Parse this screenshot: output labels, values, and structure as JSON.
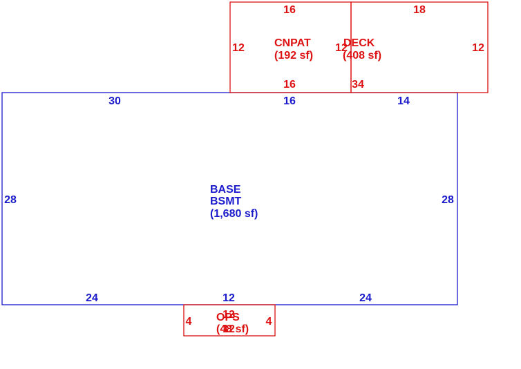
{
  "colors": {
    "base": "#1a1acc",
    "addon": "#dd1111",
    "background": "#ffffff"
  },
  "sections": {
    "base": {
      "label_line1": "BASE",
      "label_line2": "BSMT",
      "area": "(1,680 sf)",
      "dims": {
        "top_left": "30",
        "top_mid": "16",
        "top_right": "14",
        "left": "28",
        "right": "28",
        "bottom_left": "24",
        "bottom_mid": "12",
        "bottom_right": "24"
      }
    },
    "cnpat": {
      "label": "CNPAT",
      "area": "(192 sf)",
      "dims": {
        "top": "16",
        "left": "12",
        "right": "12",
        "bottom": "16"
      }
    },
    "deck": {
      "label": "DECK",
      "area": "(408 sf)",
      "dims": {
        "top": "18",
        "right": "12",
        "bottom": "34"
      }
    },
    "ops": {
      "label": "OPS",
      "area": "(48 sf)",
      "dims": {
        "top": "12",
        "left": "4",
        "right": "4",
        "bottom": "12"
      }
    }
  }
}
